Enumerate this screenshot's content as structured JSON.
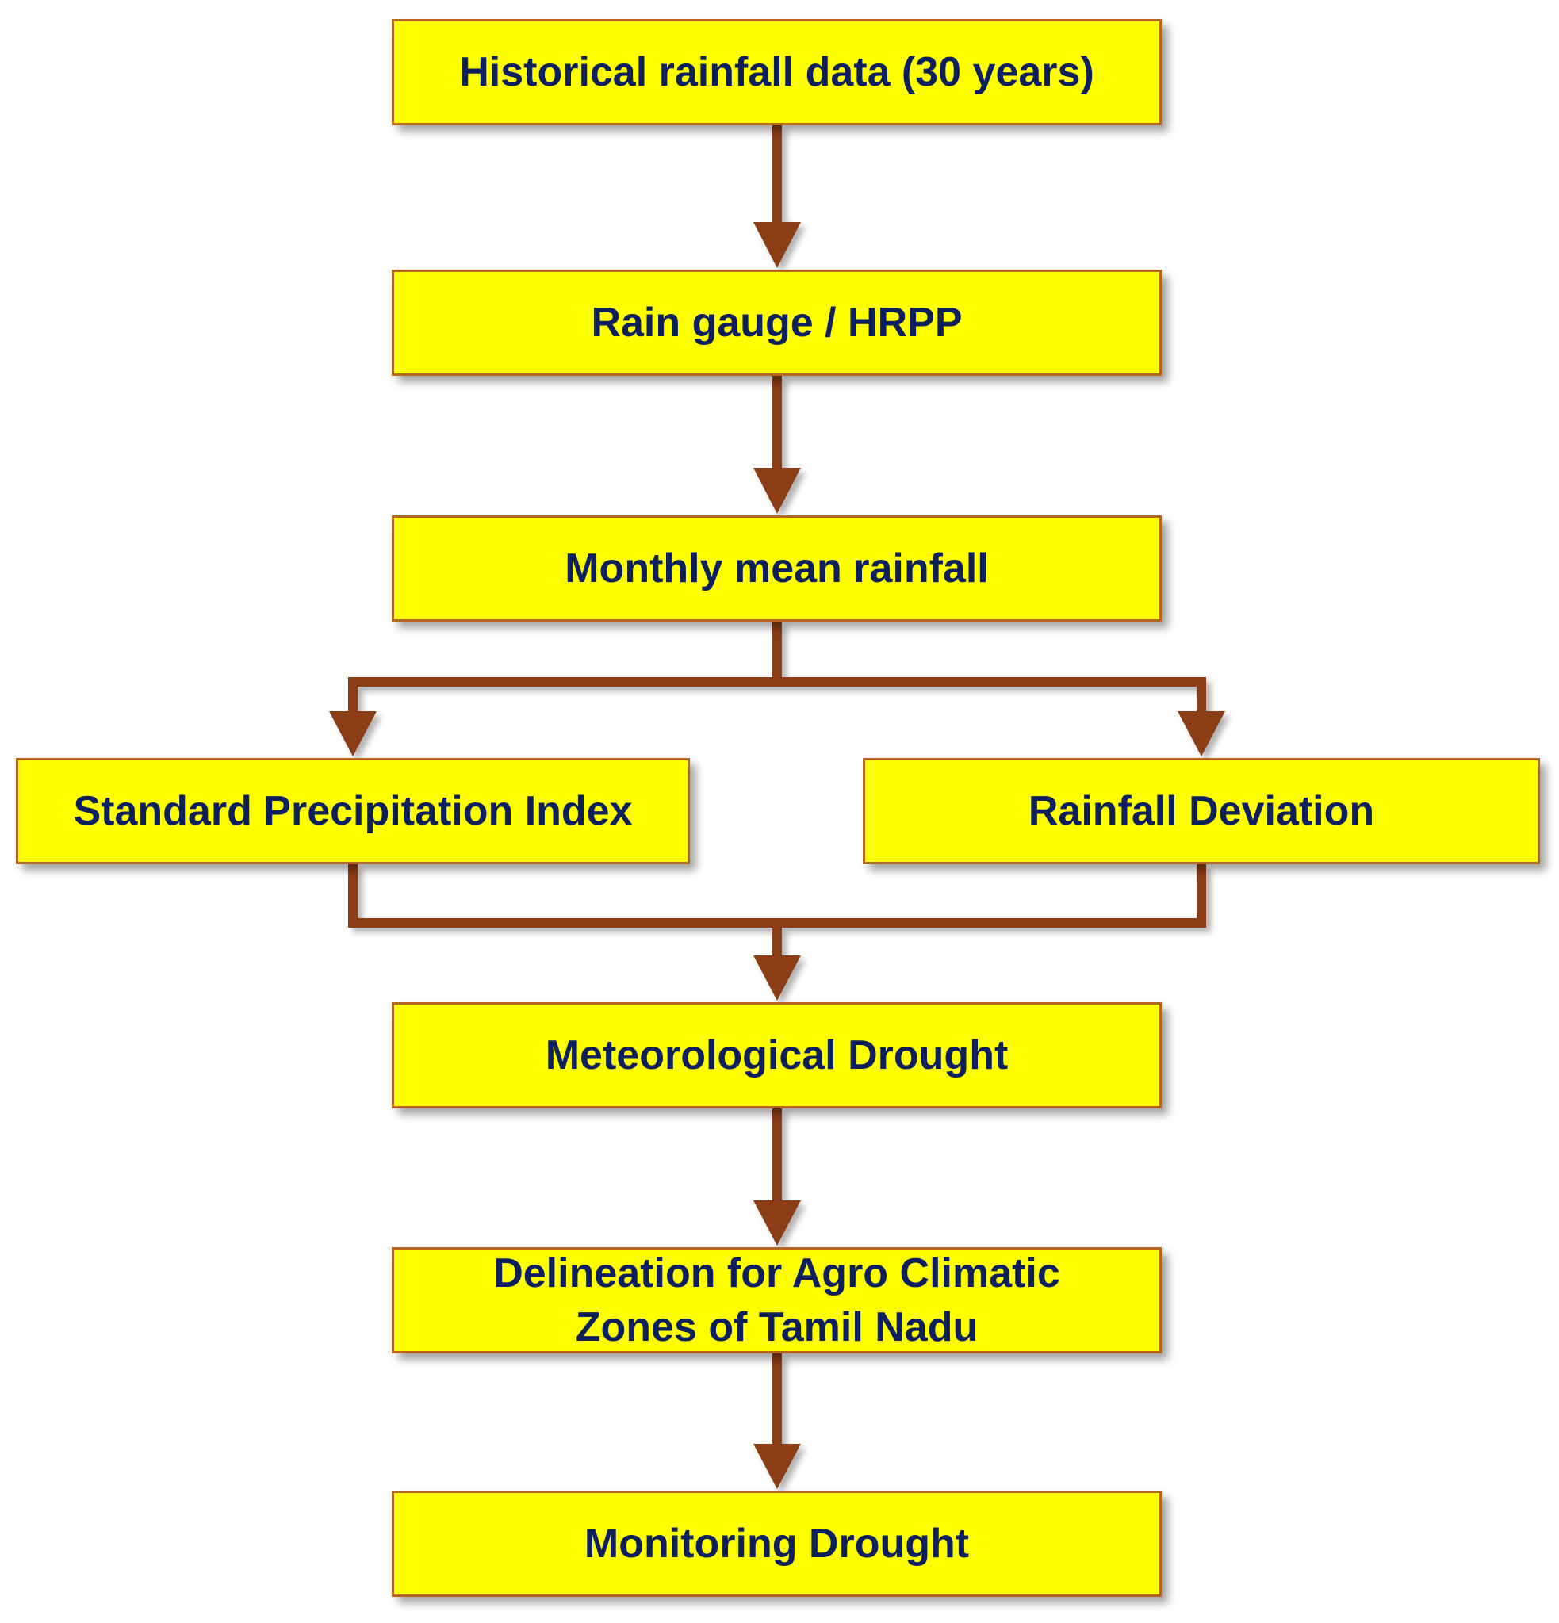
{
  "diagram": {
    "nodes": [
      {
        "id": "historical",
        "label": "Historical rainfall data (30 years)"
      },
      {
        "id": "gauge",
        "label": "Rain gauge / HRPP"
      },
      {
        "id": "monthly",
        "label": "Monthly mean rainfall"
      },
      {
        "id": "spi",
        "label": "Standard Precipitation Index"
      },
      {
        "id": "deviation",
        "label": "Rainfall Deviation"
      },
      {
        "id": "met_drought",
        "label": "Meteorological Drought"
      },
      {
        "id": "delineation",
        "label": "Delineation for Agro Climatic Zones of Tamil Nadu"
      },
      {
        "id": "monitoring",
        "label": "Monitoring Drought"
      }
    ],
    "edges": [
      {
        "from": "historical",
        "to": "gauge"
      },
      {
        "from": "gauge",
        "to": "monthly"
      },
      {
        "from": "monthly",
        "to": "spi"
      },
      {
        "from": "monthly",
        "to": "deviation"
      },
      {
        "from": "spi",
        "to": "met_drought"
      },
      {
        "from": "deviation",
        "to": "met_drought"
      },
      {
        "from": "met_drought",
        "to": "delineation"
      },
      {
        "from": "delineation",
        "to": "monitoring"
      }
    ],
    "colors": {
      "box_fill": "#ffff00",
      "box_border": "#b5651d",
      "text": "#0d1f5c",
      "connector": "#8b3e14"
    }
  }
}
